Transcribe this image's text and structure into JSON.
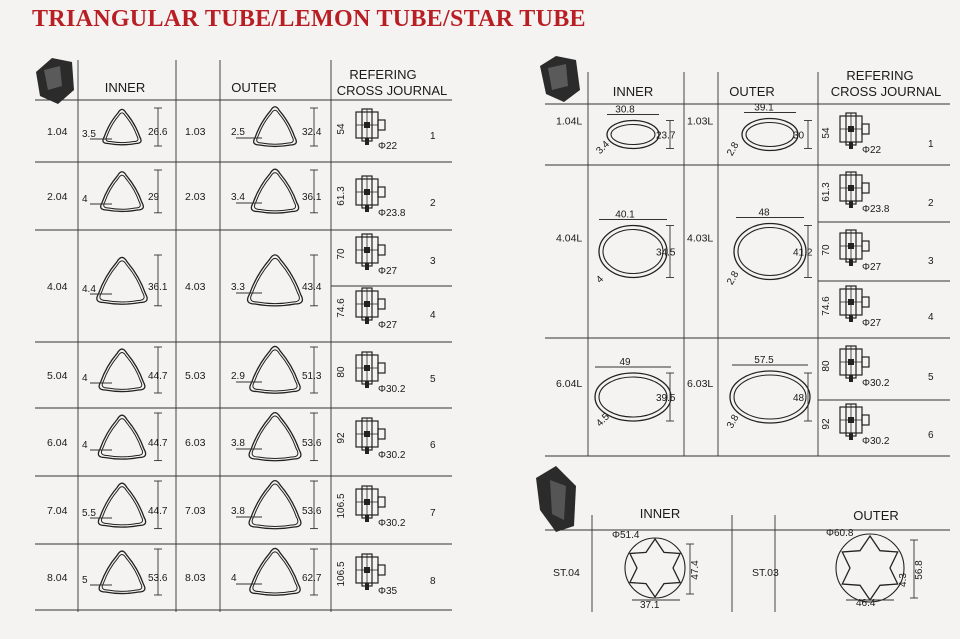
{
  "title": "TRIANGULAR TUBE/LEMON TUBE/STAR TUBE",
  "triangular": {
    "header_inner": "INNER",
    "header_outer": "OUTER",
    "header_ref1": "REFERING",
    "header_ref2": "CROSS JOURNAL",
    "rows": [
      {
        "inner_code": "1.04",
        "inner_t": "3.5",
        "inner_h": "26.6",
        "outer_code": "1.03",
        "outer_t": "2.5",
        "outer_h": "32.4"
      },
      {
        "inner_code": "2.04",
        "inner_t": "4",
        "inner_h": "29",
        "outer_code": "2.03",
        "outer_t": "3.4",
        "outer_h": "36.1"
      },
      {
        "inner_code": "4.04",
        "inner_t": "4.4",
        "inner_h": "36.1",
        "outer_code": "4.03",
        "outer_t": "3.3",
        "outer_h": "43.4"
      },
      {
        "inner_code": "5.04",
        "inner_t": "4",
        "inner_h": "44.7",
        "outer_code": "5.03",
        "outer_t": "2.9",
        "outer_h": "51.3"
      },
      {
        "inner_code": "6.04",
        "inner_t": "4",
        "inner_h": "44.7",
        "outer_code": "6.03",
        "outer_t": "3.8",
        "outer_h": "53.6"
      },
      {
        "inner_code": "7.04",
        "inner_t": "5.5",
        "inner_h": "44.7",
        "outer_code": "7.03",
        "outer_t": "3.8",
        "outer_h": "53.6"
      },
      {
        "inner_code": "8.04",
        "inner_t": "5",
        "inner_h": "53.6",
        "outer_code": "8.03",
        "outer_t": "4",
        "outer_h": "62.7"
      }
    ],
    "journals": [
      {
        "len": "54",
        "dia": "Φ22",
        "num": "1"
      },
      {
        "len": "61.3",
        "dia": "Φ23.8",
        "num": "2"
      },
      {
        "len": "70",
        "dia": "Φ27",
        "num": "3"
      },
      {
        "len": "74.6",
        "dia": "Φ27",
        "num": "4"
      },
      {
        "len": "80",
        "dia": "Φ30.2",
        "num": "5"
      },
      {
        "len": "92",
        "dia": "Φ30.2",
        "num": "6"
      },
      {
        "len": "106.5",
        "dia": "Φ30.2",
        "num": "7"
      },
      {
        "len": "106.5",
        "dia": "Φ35",
        "num": "8"
      }
    ]
  },
  "lemon": {
    "header_inner": "INNER",
    "header_outer": "OUTER",
    "header_ref1": "REFERING",
    "header_ref2": "CROSS JOURNAL",
    "rows": [
      {
        "inner_code": "1.04L",
        "inner_w": "30.8",
        "inner_t": "3.4",
        "inner_h": "23.7",
        "outer_code": "1.03L",
        "outer_w": "39.1",
        "outer_t": "2.8",
        "outer_h": "30"
      },
      {
        "inner_code": "4.04L",
        "inner_w": "40.1",
        "inner_t": "4",
        "inner_h": "34.5",
        "outer_code": "4.03L",
        "outer_w": "48",
        "outer_t": "2.8",
        "outer_h": "41.2"
      },
      {
        "inner_code": "6.04L",
        "inner_w": "49",
        "inner_t": "4.5",
        "inner_h": "39.5",
        "outer_code": "6.03L",
        "outer_w": "57.5",
        "outer_t": "3.8",
        "outer_h": "48"
      }
    ],
    "journals": [
      {
        "len": "54",
        "dia": "Φ22",
        "num": "1"
      },
      {
        "len": "61.3",
        "dia": "Φ23.8",
        "num": "2"
      },
      {
        "len": "70",
        "dia": "Φ27",
        "num": "3"
      },
      {
        "len": "74.6",
        "dia": "Φ27",
        "num": "4"
      },
      {
        "len": "80",
        "dia": "Φ30.2",
        "num": "5"
      },
      {
        "len": "92",
        "dia": "Φ30.2",
        "num": "6"
      }
    ]
  },
  "star": {
    "header_inner": "INNER",
    "header_outer": "OUTER",
    "inner_code": "ST.04",
    "inner_od": "Φ51.4",
    "inner_h": "47.4",
    "inner_w": "37.1",
    "outer_code": "ST.03",
    "outer_od": "Φ60.8",
    "outer_h": "56.8",
    "outer_t": "4.3",
    "outer_w": "46.4"
  }
}
